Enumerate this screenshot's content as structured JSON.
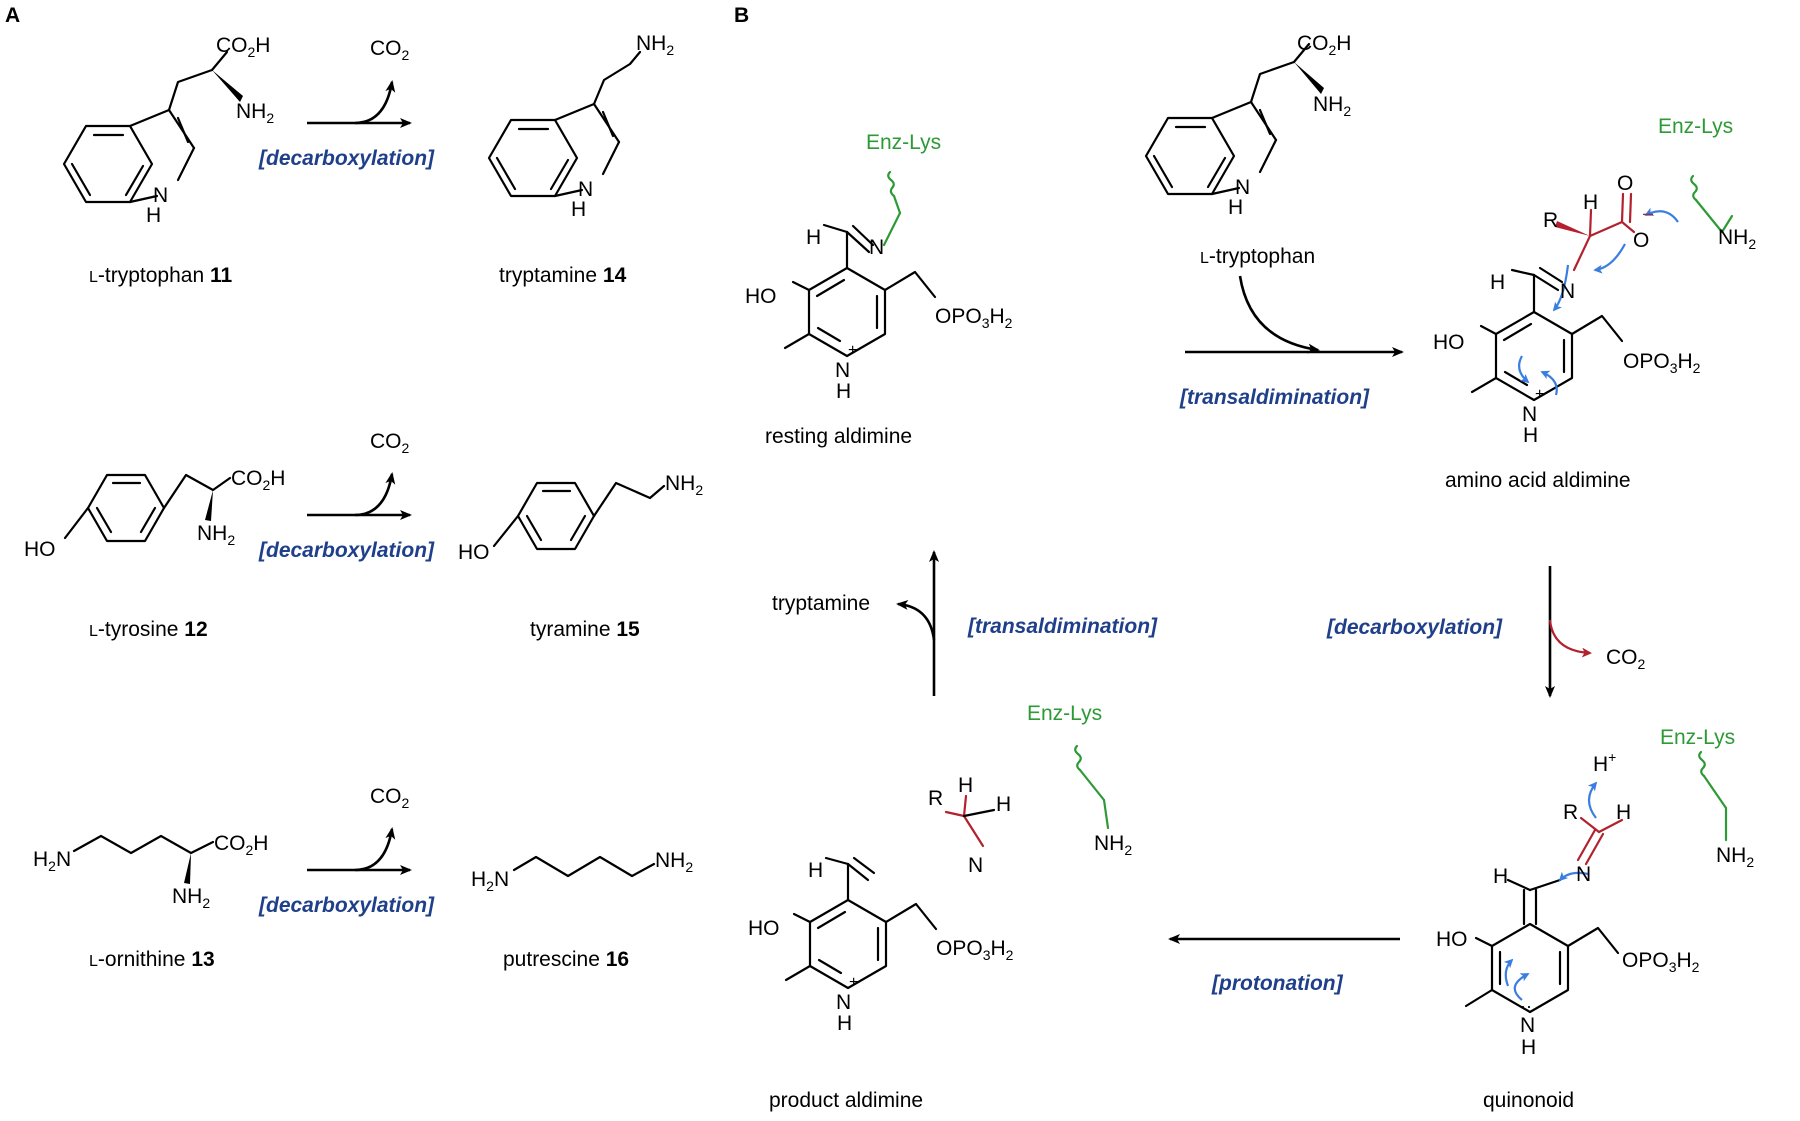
{
  "colors": {
    "reaction_label": "#1f3f8a",
    "enzyme": "#2e9a36",
    "substrate": "#b3212e",
    "electron_arrow": "#3a7ee0",
    "bonds": "#000000"
  },
  "panel_a": {
    "label": "A",
    "rows": [
      {
        "substrate_prefix": "L",
        "substrate_name": "-tryptophan",
        "substrate_num": "11",
        "co2": "CO2",
        "reaction": "[decarboxylation]",
        "product_name": "tryptamine",
        "product_num": "14"
      },
      {
        "substrate_prefix": "L",
        "substrate_name": "-tyrosine",
        "substrate_num": "12",
        "co2": "CO2",
        "reaction": "[decarboxylation]",
        "product_name": "tyramine",
        "product_num": "15"
      },
      {
        "substrate_prefix": "L",
        "substrate_name": "-ornithine",
        "substrate_num": "13",
        "co2": "CO2",
        "reaction": "[decarboxylation]",
        "product_name": "putrescine",
        "product_num": "16"
      }
    ]
  },
  "panel_b": {
    "label": "B",
    "species": {
      "resting": "resting aldimine",
      "amino_acid": "amino acid aldimine",
      "quinonoid": "quinonoid",
      "product": "product aldimine"
    },
    "reagent_prefix": "L",
    "reagent_name": "-tryptophan",
    "released": "tryptamine",
    "co2": "CO2",
    "h_plus": "H+",
    "enzyme": "Enz-Lys",
    "steps": {
      "transaldimination_top": "[transaldimination]",
      "decarboxylation": "[decarboxylation]",
      "protonation": "[protonation]",
      "transaldimination_left": "[transaldimination]"
    }
  }
}
